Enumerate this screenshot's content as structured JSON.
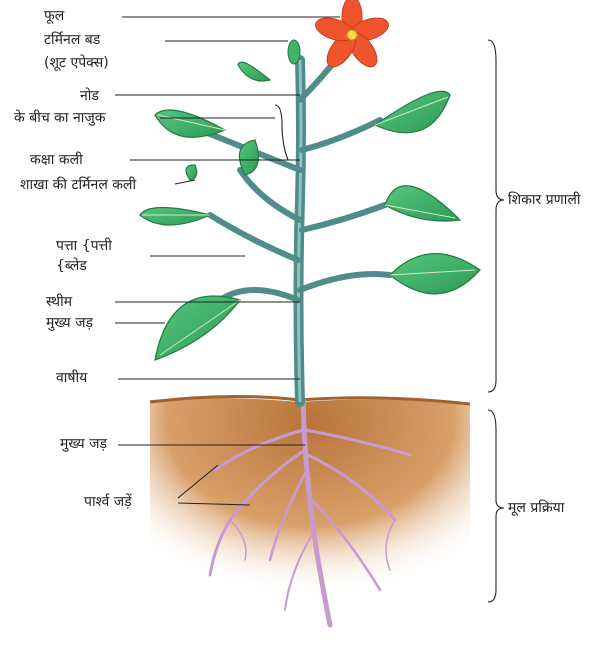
{
  "labels": {
    "flower": "फूल",
    "terminal_bud": "टर्मिनल बड",
    "shoot_apex": "(शूट एपेक्स)",
    "node": "नोड",
    "internode": "के बीच का नाजुक",
    "axillary_bud": "कक्षा कली",
    "branch_terminal_bud": "शाखा की टर्मिनल कली",
    "leaf_blade_1": "पत्ता {पत्ती",
    "leaf_blade_2": "{ब्लेड",
    "petiole": "स्थीम",
    "main_root_upper": "मुख्य जड़",
    "vein": "वाषीय",
    "main_root": "मुख्य जड़",
    "lateral_roots": "पार्श्व जड़ें",
    "shoot_system": "शिकार प्रणाली",
    "root_system": "मूल प्रक्रिया"
  },
  "colors": {
    "stem": "#5f9a9a",
    "leaf": "#3cb56a",
    "leaf_dark": "#2a8f50",
    "flower": "#f0542c",
    "soil": "#c98a4f",
    "root": "#d9a4d6"
  }
}
